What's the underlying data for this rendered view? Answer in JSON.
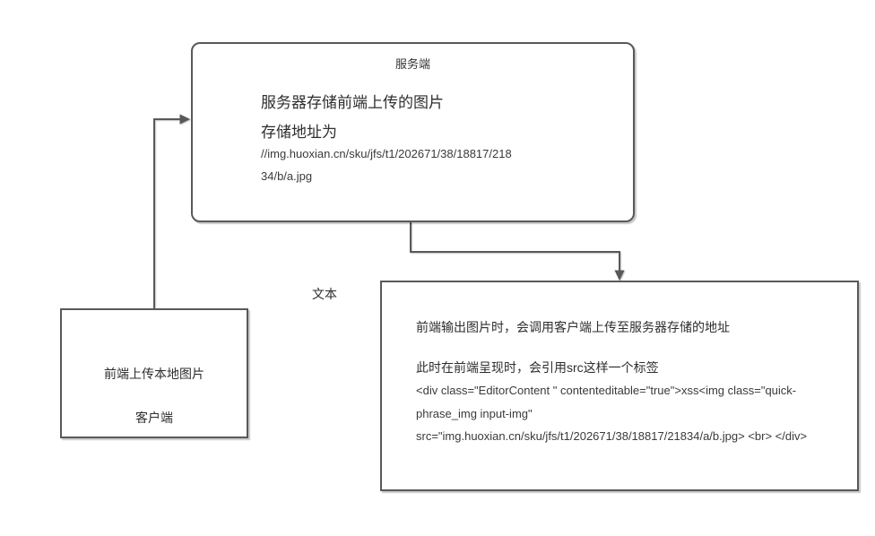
{
  "diagram": {
    "server_box": {
      "title": "服务端",
      "body_line1": "服务器存储前端上传的图片",
      "body_line2": "存储地址为",
      "url_line1": "//img.huoxian.cn/sku/jfs/t1/202671/38/18817/218",
      "url_line2": "34/b/a.jpg"
    },
    "client_box": {
      "line1": "前端上传本地图片",
      "line2": "客户端"
    },
    "label_text": "文本",
    "detail_box": {
      "line1": "前端输出图片时，会调用客户端上传至服务器存储的地址",
      "line2": "此时在前端呈现时，会引用src这样一个标签",
      "code_line1": "<div class=\"EditorContent \" contenteditable=\"true\">xss<img class=\"quick-",
      "code_line2": "phrase_img input-img\"",
      "code_line3": "src=\"img.huoxian.cn/sku/jfs/t1/202671/38/18817/21834/a/b.jpg> <br> </div>"
    },
    "colors": {
      "border": "#595959",
      "text": "#2e2e2e",
      "background": "#ffffff"
    }
  }
}
